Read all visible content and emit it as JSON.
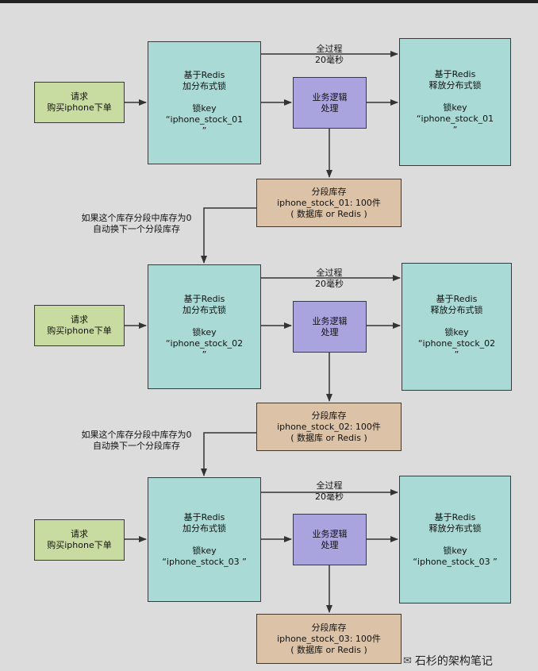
{
  "rows": [
    {
      "request": [
        "请求",
        "购买iphone下单"
      ],
      "acquire": [
        "基于Redis",
        "加分布式锁",
        "",
        "锁key",
        "“iphone_stock_01",
        "”"
      ],
      "logic": [
        "业务逻辑",
        "处理"
      ],
      "release": [
        "基于Redis",
        "释放分布式锁",
        "",
        "锁key",
        "“iphone_stock_01",
        "”"
      ],
      "duration": [
        "全过程",
        "20毫秒"
      ],
      "stock": [
        "分段库存",
        "iphone_stock_01: 100件",
        "( 数据库 or Redis )"
      ]
    },
    {
      "request": [
        "请求",
        "购买iphone下单"
      ],
      "acquire": [
        "基于Redis",
        "加分布式锁",
        "",
        "锁key",
        "“iphone_stock_02",
        "”"
      ],
      "logic": [
        "业务逻辑",
        "处理"
      ],
      "release": [
        "基于Redis",
        "释放分布式锁",
        "",
        "锁key",
        "“iphone_stock_02",
        "”"
      ],
      "duration": [
        "全过程",
        "20毫秒"
      ],
      "stock": [
        "分段库存",
        "iphone_stock_02: 100件",
        "( 数据库 or Redis )"
      ]
    },
    {
      "request": [
        "请求",
        "购买iphone下单"
      ],
      "acquire": [
        "基于Redis",
        "加分布式锁",
        "",
        "锁key",
        "“iphone_stock_03 ”"
      ],
      "logic": [
        "业务逻辑",
        "处理"
      ],
      "release": [
        "基于Redis",
        "释放分布式锁",
        "",
        "锁key",
        "“iphone_stock_03 ”"
      ],
      "duration": [
        "全过程",
        "20毫秒"
      ],
      "stock": [
        "分段库存",
        "iphone_stock_03: 100件",
        "( 数据库 or Redis )"
      ]
    }
  ],
  "switch_notes": [
    [
      "如果这个库存分段中库存为0",
      "自动换下一个分段库存"
    ],
    [
      "如果这个库存分段中库存为0",
      "自动换下一个分段库存"
    ]
  ],
  "watermark": {
    "icon": "wechat-icon",
    "text": "石杉的架构笔记"
  },
  "colors": {
    "request": "#c8dca2",
    "lock": "#a9dad5",
    "logic": "#a9a4dd",
    "stock": "#dcc3a8",
    "background": "#dcdcdc"
  }
}
